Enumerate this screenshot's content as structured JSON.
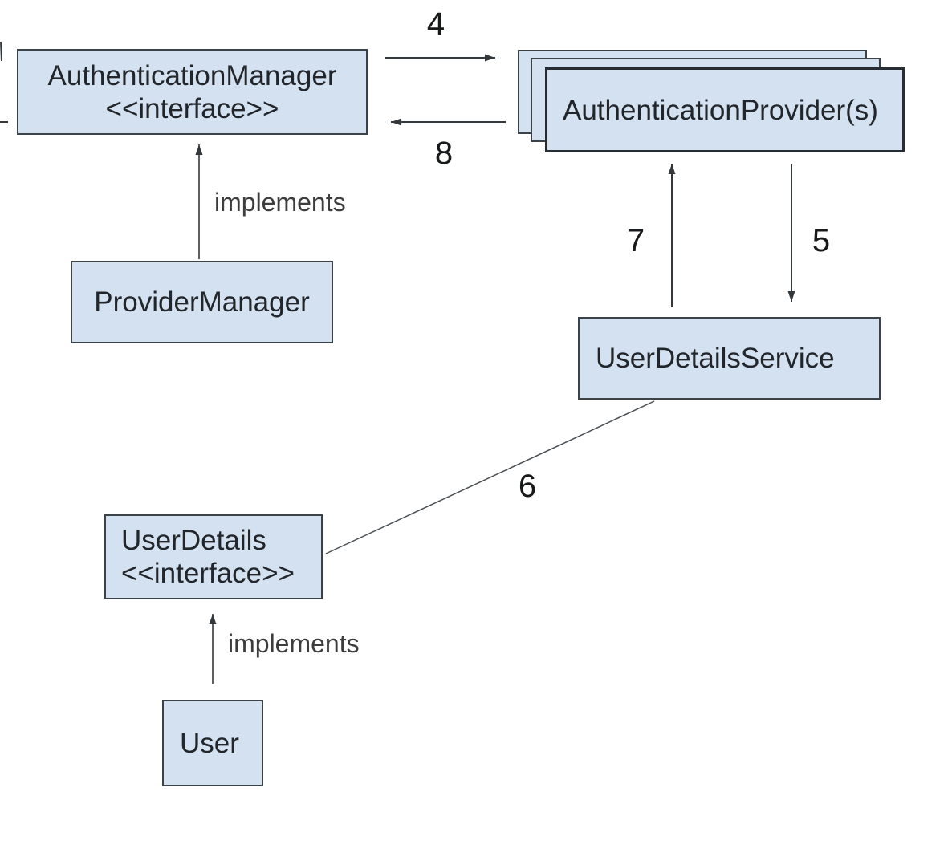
{
  "diagram": {
    "kind": "uml-class-flow-diagram",
    "nodes": {
      "authentication_manager": {
        "name": "AuthenticationManager",
        "stereotype": "<<interface>>"
      },
      "provider_manager": {
        "name": "ProviderManager"
      },
      "authentication_provider": {
        "name": "AuthenticationProvider(s)"
      },
      "user_details_service": {
        "name": "UserDetailsService"
      },
      "user_details": {
        "name": "UserDetails",
        "stereotype": "<<interface>>"
      },
      "user": {
        "name": "User"
      }
    },
    "edge_labels": {
      "step4": "4",
      "step5": "5",
      "step6": "6",
      "step7": "7",
      "step8": "8",
      "implements_provider_manager": "implements",
      "implements_user": "implements"
    },
    "colors": {
      "node_fill": "#d4e1f1",
      "node_border": "#3b4248",
      "line": "#33383c",
      "background": "#ffffff"
    }
  }
}
